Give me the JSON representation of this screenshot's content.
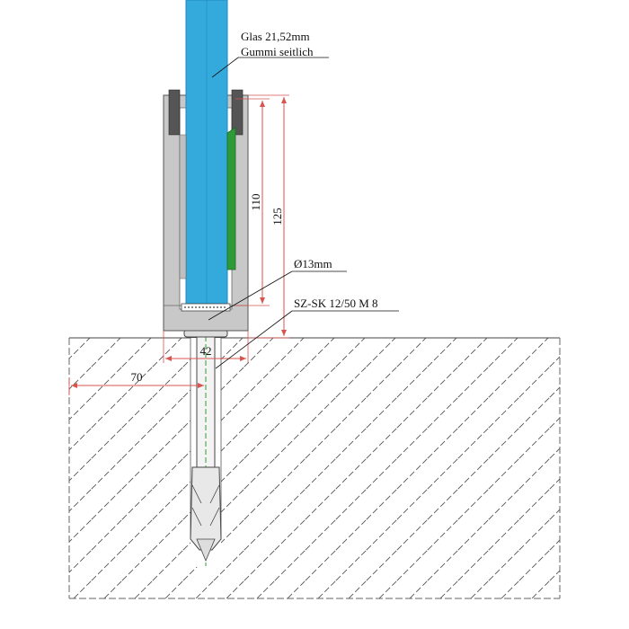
{
  "labels": {
    "glass": "Glas 21,52mm",
    "rubber": "Gummi seitlich",
    "diameter": "Ø13mm",
    "anchor": "SZ-SK 12/50 M 8"
  },
  "dimensions": {
    "height_inner": "110",
    "height_outer": "125",
    "base_width": "42",
    "edge_distance": "70"
  },
  "colors": {
    "glass": "#33a9dc",
    "glass_dark": "#1f88bd",
    "profile": "#c8c8c8",
    "profile_dark": "#9a9a9a",
    "wedge": "#2f9a3a",
    "dim_line": "#d9534f",
    "hatch": "#555555"
  }
}
